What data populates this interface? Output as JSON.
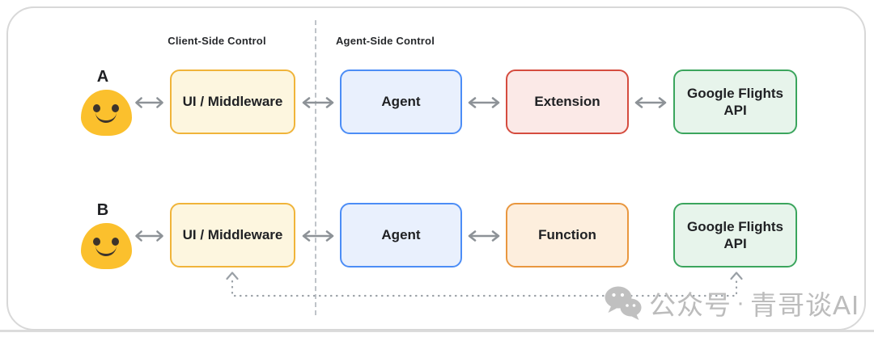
{
  "diagram": {
    "sections": [
      {
        "label": "Client-Side Control"
      },
      {
        "label": "Agent-Side Control"
      }
    ],
    "rows": [
      {
        "actor": "A",
        "nodes": [
          {
            "label": "UI / Middleware",
            "type": "yellow"
          },
          {
            "label": "Agent",
            "type": "blue"
          },
          {
            "label": "Extension",
            "type": "red"
          },
          {
            "label": "Google Flights API",
            "type": "green"
          }
        ]
      },
      {
        "actor": "B",
        "nodes": [
          {
            "label": "UI / Middleware",
            "type": "yellow"
          },
          {
            "label": "Agent",
            "type": "blue"
          },
          {
            "label": "Function",
            "type": "orange"
          },
          {
            "label": "Google Flights API",
            "type": "green"
          }
        ]
      }
    ],
    "connections_note": "double-headed arrows between adjacent nodes; row B has a dotted return path from Google Flights API up-and-under back to UI / Middleware"
  },
  "watermark": {
    "platform": "公众号",
    "separator": "·",
    "account": "青哥谈AI"
  },
  "palette": {
    "card_border": "#d8d8d8",
    "divider": "#bfc4c9",
    "arrow": "#8d9297",
    "dotted_path": "#9aa0a6",
    "text": "#202124",
    "watermark_gray": "#bcbcbc",
    "emoji_yellow": "#fbc02d",
    "node_yellow": {
      "fill": "#fdf6df",
      "border": "#f0b43a"
    },
    "node_blue": {
      "fill": "#e9f0fd",
      "border": "#4c8df6"
    },
    "node_red": {
      "fill": "#fbe9e7",
      "border": "#d54c3f"
    },
    "node_orange": {
      "fill": "#fdeedd",
      "border": "#e9973f"
    },
    "node_green": {
      "fill": "#e7f4eb",
      "border": "#3ba55d"
    }
  }
}
